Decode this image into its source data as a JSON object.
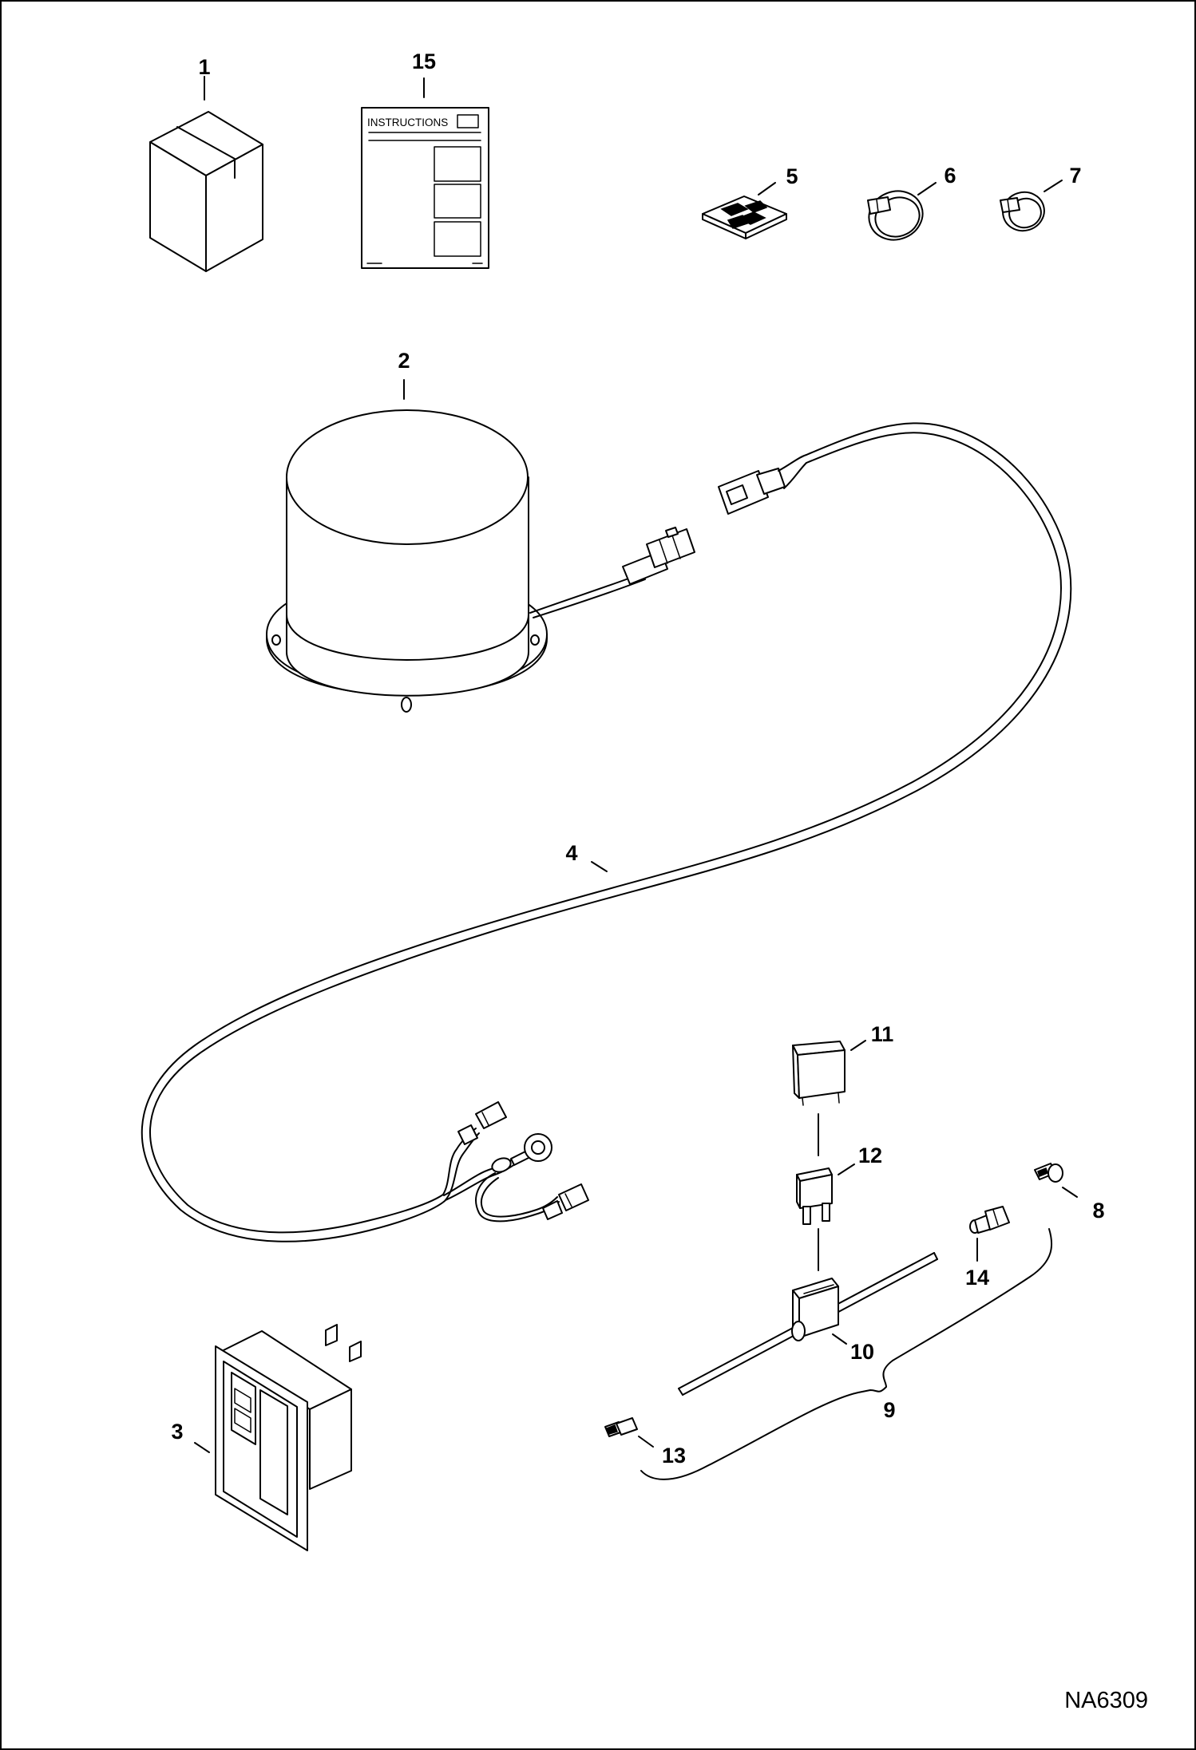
{
  "drawing_code": "NA6309",
  "instructions_sheet": {
    "title": "INSTRUCTIONS"
  },
  "callouts": [
    "1",
    "2",
    "3",
    "4",
    "5",
    "6",
    "7",
    "8",
    "9",
    "10",
    "11",
    "12",
    "13",
    "14",
    "15"
  ]
}
